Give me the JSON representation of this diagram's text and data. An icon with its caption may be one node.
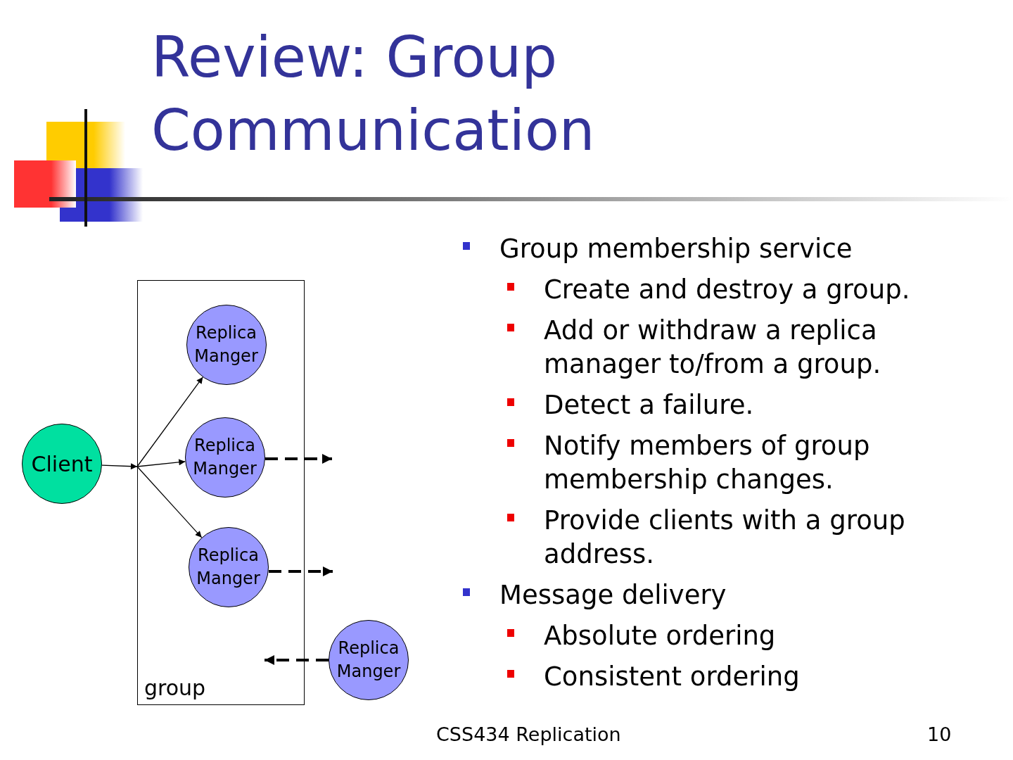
{
  "diagram": {
    "title": "Review: Group Communication",
    "nodes": [
      {
        "text": [
          "group"
        ]
      },
      {
        "text": [
          "Replica Manger"
        ],
        "in": 0
      },
      {
        "text": [
          "Replica Manger"
        ],
        "in": 0
      },
      {
        "text": [
          "Replica Manger"
        ],
        "in": 0
      },
      {
        "text": [
          "Client"
        ]
      },
      {
        "text": [
          "Replica Manger"
        ]
      }
    ],
    "edges": [
      {
        "from": 4,
        "to": 0,
        "arrow": "to"
      },
      {
        "from": 0,
        "to": 1,
        "arrow": "to"
      },
      {
        "from": 0,
        "to": 2,
        "arrow": "to"
      },
      {
        "from": 0,
        "to": 3,
        "arrow": "to"
      },
      {
        "from": 2,
        "to": null,
        "arrow": "to",
        "style": "dashed"
      },
      {
        "from": 3,
        "to": null,
        "arrow": "to",
        "style": "dashed"
      },
      {
        "from": 5,
        "to": null,
        "arrow": "to",
        "style": "dashed"
      }
    ],
    "labels": [
      "Group membership service",
      "Create and destroy a group.",
      "Add or withdraw a replica manager to/from a group.",
      "Detect a failure.",
      "Notify members of group membership changes.",
      "Provide clients with a group address.",
      "Message delivery",
      "Absolute ordering",
      "Consistent ordering",
      "CSS434 Replication",
      "10"
    ]
  }
}
